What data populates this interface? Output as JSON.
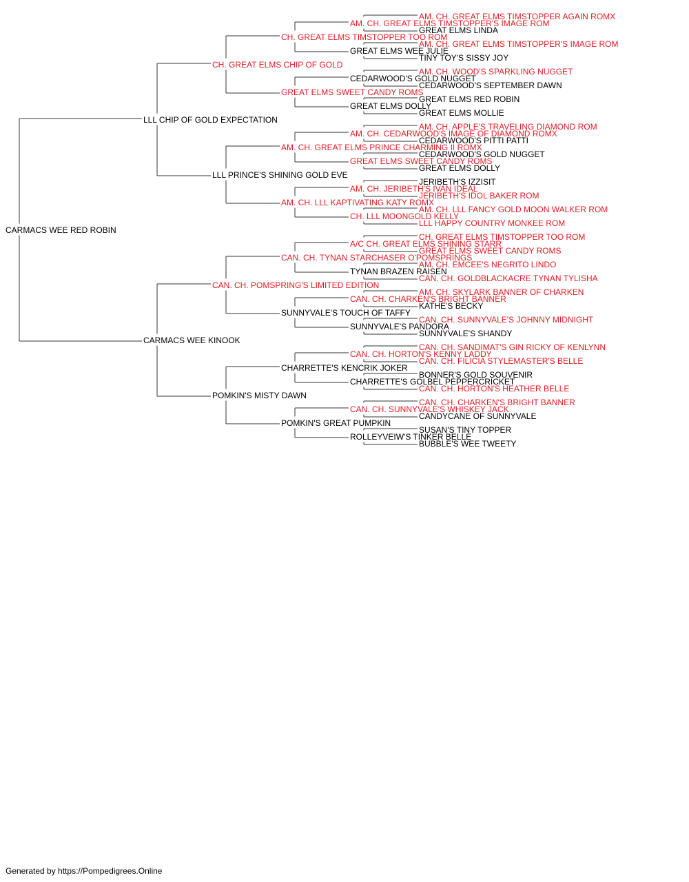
{
  "colors": {
    "champion": "#e31b23",
    "normal": "#000000",
    "line": "#333333"
  },
  "pedigree": {
    "name": "CARMACS WEE RED ROBIN",
    "champion": false,
    "sire": {
      "name": "LLL CHIP OF GOLD EXPECTATION",
      "champion": false,
      "sire": {
        "name": "CH. GREAT ELMS CHIP OF GOLD",
        "champion": true,
        "sire": {
          "name": "CH. GREAT ELMS TIMSTOPPER TOO ROM",
          "champion": true,
          "sire": {
            "name": "AM. CH. GREAT ELMS TIMSTOPPER'S IMAGE ROM",
            "champion": true,
            "sire": {
              "name": "AM. CH. GREAT ELMS TIMSTOPPER AGAIN ROMX",
              "champion": true
            },
            "dam": {
              "name": "GREAT ELMS LINDA",
              "champion": false
            }
          },
          "dam": {
            "name": "GREAT ELMS WEE JULIE",
            "champion": false,
            "sire": {
              "name": "AM. CH. GREAT ELMS TIMSTOPPER'S IMAGE ROM",
              "champion": true
            },
            "dam": {
              "name": "TINY TOY'S SISSY JOY",
              "champion": false
            }
          }
        },
        "dam": {
          "name": "GREAT ELMS SWEET CANDY ROMS",
          "champion": true,
          "sire": {
            "name": "CEDARWOOD'S GOLD NUGGET",
            "champion": false,
            "sire": {
              "name": "AM. CH. WOOD'S SPARKLING NUGGET",
              "champion": true
            },
            "dam": {
              "name": "CEDARWOOD'S SEPTEMBER DAWN",
              "champion": false
            }
          },
          "dam": {
            "name": "GREAT ELMS DOLLY",
            "champion": false,
            "sire": {
              "name": "GREAT ELMS RED ROBIN",
              "champion": false
            },
            "dam": {
              "name": "GREAT ELMS MOLLIE",
              "champion": false
            }
          }
        }
      },
      "dam": {
        "name": "LLL PRINCE'S SHINING GOLD EVE",
        "champion": false,
        "sire": {
          "name": "AM. CH. GREAT ELMS PRINCE CHARMING II ROMX",
          "champion": true,
          "sire": {
            "name": "AM. CH. CEDARWOOD'S IMAGE OF DIAMOND ROMX",
            "champion": true,
            "sire": {
              "name": "AM. CH. APPLE'S TRAVELING DIAMOND ROM",
              "champion": true
            },
            "dam": {
              "name": "CEDARWOOD'S PITTI PATTI",
              "champion": false
            }
          },
          "dam": {
            "name": "GREAT ELMS SWEET CANDY ROMS",
            "champion": true,
            "sire": {
              "name": "CEDARWOOD'S GOLD NUGGET",
              "champion": false
            },
            "dam": {
              "name": "GREAT ELMS DOLLY",
              "champion": false
            }
          }
        },
        "dam": {
          "name": "AM. CH. LLL KAPTIVATING KATY ROMX",
          "champion": true,
          "sire": {
            "name": "AM. CH. JERIBETH'S IVAN IDEAL",
            "champion": true,
            "sire": {
              "name": "JERIBETH'S IZZISIT",
              "champion": false
            },
            "dam": {
              "name": "JERIBETH'S IDOL BAKER ROM",
              "champion": true
            }
          },
          "dam": {
            "name": "CH. LLL MOONGOLD KELLY",
            "champion": true,
            "sire": {
              "name": "AM. CH. LLL FANCY GOLD MOON WALKER ROM",
              "champion": true
            },
            "dam": {
              "name": "LLL HAPPY COUNTRY MONKEE ROM",
              "champion": true
            }
          }
        }
      }
    },
    "dam": {
      "name": "CARMACS WEE KINOOK",
      "champion": false,
      "sire": {
        "name": "CAN. CH. POMSPRING'S LIMITED EDITION",
        "champion": true,
        "sire": {
          "name": "CAN. CH. TYNAN STARCHASER O'POMSPRINGS",
          "champion": true,
          "sire": {
            "name": "A/C CH. GREAT ELMS SHINING STARR",
            "champion": true,
            "sire": {
              "name": "CH. GREAT ELMS TIMSTOPPER TOO ROM",
              "champion": true
            },
            "dam": {
              "name": "GREAT ELMS SWEET CANDY ROMS",
              "champion": true
            }
          },
          "dam": {
            "name": "TYNAN BRAZEN RAISEN",
            "champion": false,
            "sire": {
              "name": "AM. CH. EMCEE'S NEGRITO LINDO",
              "champion": true
            },
            "dam": {
              "name": "CAN. CH. GOLDBLACKACRE TYNAN TYLISHA",
              "champion": true
            }
          }
        },
        "dam": {
          "name": "SUNNYVALE'S TOUCH OF TAFFY",
          "champion": false,
          "sire": {
            "name": "CAN. CH. CHARKEN'S BRIGHT BANNER",
            "champion": true,
            "sire": {
              "name": "AM. CH. SKYLARK BANNER OF CHARKEN",
              "champion": true
            },
            "dam": {
              "name": "KATHE'S BECKY",
              "champion": false
            }
          },
          "dam": {
            "name": "SUNNYVALE'S PANDORA",
            "champion": false,
            "sire": {
              "name": "CAN. CH. SUNNYVALE'S JOHNNY MIDNIGHT",
              "champion": true
            },
            "dam": {
              "name": "SUNNYVALE'S SHANDY",
              "champion": false
            }
          }
        }
      },
      "dam": {
        "name": "POMKIN'S MISTY DAWN",
        "champion": false,
        "sire": {
          "name": "CHARRETTE'S KENCRIK JOKER",
          "champion": false,
          "sire": {
            "name": "CAN. CH. HORTON'S KENNY LADDY",
            "champion": true,
            "sire": {
              "name": "CAN. CH. SANDIMAT'S GIN RICKY OF KENLYNN",
              "champion": true
            },
            "dam": {
              "name": "CAN. CH. FILICIA STYLEMASTER'S BELLE",
              "champion": true
            }
          },
          "dam": {
            "name": "CHARRETTE'S GOLBEL PEPPERCRICKET",
            "champion": false,
            "sire": {
              "name": "BONNER'S GOLD SOUVENIR",
              "champion": false
            },
            "dam": {
              "name": "CAN. CH. HORTON'S HEATHER BELLE",
              "champion": true
            }
          }
        },
        "dam": {
          "name": "POMKIN'S GREAT PUMPKIN",
          "champion": false,
          "sire": {
            "name": "CAN. CH. SUNNYVALE'S WHISKEY JACK",
            "champion": true,
            "sire": {
              "name": "CAN. CH. CHARKEN'S BRIGHT BANNER",
              "champion": true
            },
            "dam": {
              "name": "CANDYCANE OF SUNNYVALE",
              "champion": false
            }
          },
          "dam": {
            "name": "ROLLEYVEIW'S TINKER BELLE",
            "champion": false,
            "sire": {
              "name": "SUSAN'S TINY TOPPER",
              "champion": false
            },
            "dam": {
              "name": "BUBBLE'S WEE TWEETY",
              "champion": false
            }
          }
        }
      }
    }
  },
  "footer": {
    "text": "Generated by https://Pompedigrees.Online"
  }
}
